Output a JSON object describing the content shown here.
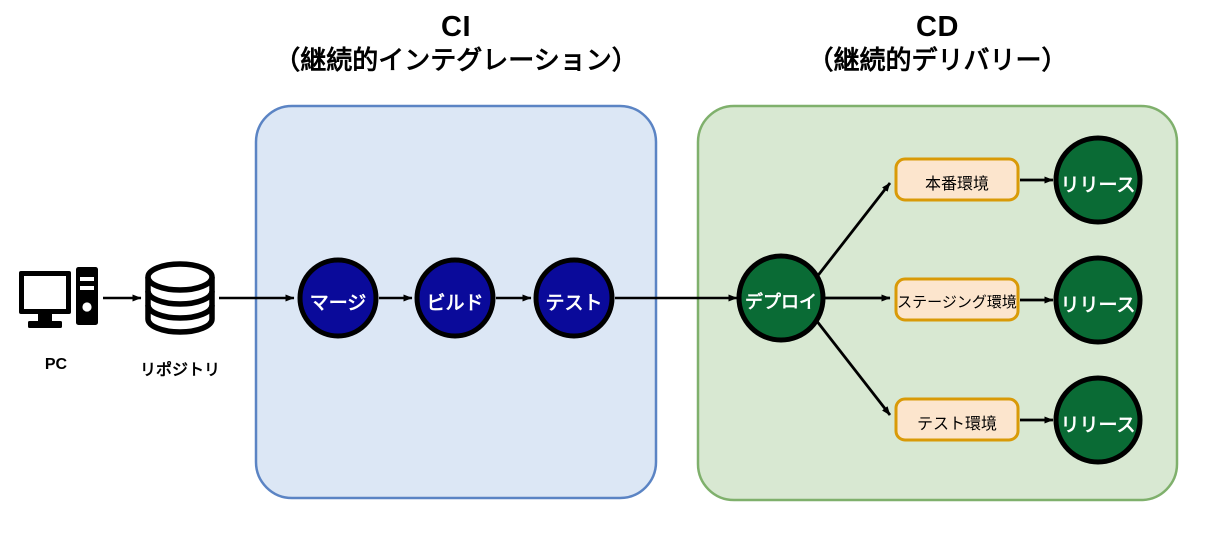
{
  "diagram": {
    "title_ci_abbr": "CI",
    "title_ci_full": "（継続的インテグレーション）",
    "title_cd_abbr": "CD",
    "title_cd_full": "（継続的デリバリー）",
    "colors": {
      "ci_panel_fill": "#dce7f5",
      "ci_panel_border": "#5b84c4",
      "cd_panel_fill": "#d8e8d2",
      "cd_panel_border": "#7fb06c",
      "ci_node_fill": "#0a0a9a",
      "cd_node_fill": "#0a6b35",
      "env_box_fill": "#fce5cd",
      "env_box_border": "#d99a07",
      "node_stroke": "#000000",
      "arrow": "#000000",
      "icon": "#000000",
      "node_text": "#ffffff",
      "box_text": "#000000"
    },
    "source": {
      "pc_label": "PC",
      "pc_icon": "desktop-computer-icon",
      "repo_label": "リポジトリ",
      "repo_icon": "database-cylinder-icon"
    },
    "ci_nodes": [
      {
        "label": "マージ"
      },
      {
        "label": "ビルド"
      },
      {
        "label": "テスト"
      }
    ],
    "cd_deploy": {
      "label": "デプロイ"
    },
    "cd_branches": [
      {
        "env_label": "本番環境",
        "release_label": "リリース"
      },
      {
        "env_label": "ステージング環境",
        "release_label": "リリース"
      },
      {
        "env_label": "テスト環境",
        "release_label": "リリース"
      }
    ]
  }
}
